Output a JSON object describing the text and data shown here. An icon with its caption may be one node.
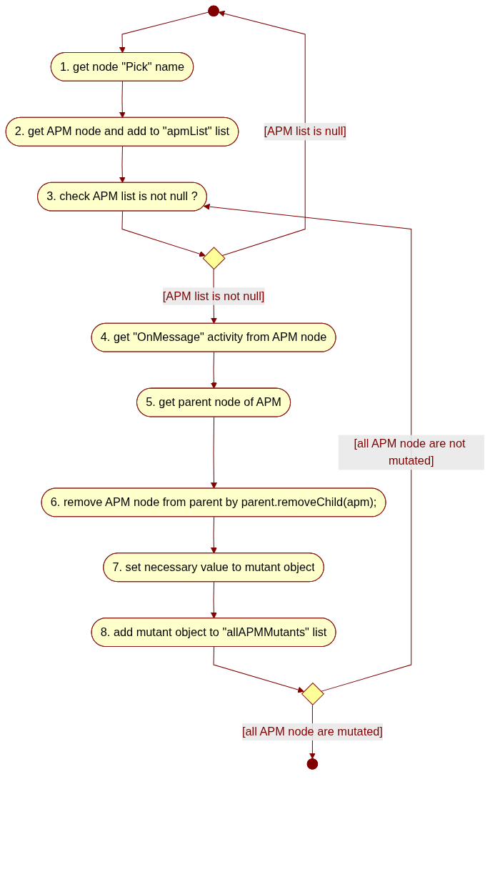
{
  "diagram": {
    "nodes": [
      {
        "text": [],
        "shape": "circle"
      },
      {
        "text": [
          "1. get node \"Pick\" name"
        ]
      },
      {
        "text": [
          "2. get APM node and add to \"apmList\" list"
        ]
      },
      {
        "text": [
          "3. check APM list is not null ?"
        ]
      },
      {
        "text": [],
        "shape": "diamond"
      },
      {
        "text": [
          "4. get \"OnMessage\" activity from APM node"
        ]
      },
      {
        "text": [
          "5. get parent node of APM"
        ]
      },
      {
        "text": [
          "6. remove APM node from parent by parent.removeChild(apm);"
        ]
      },
      {
        "text": [
          "7. set necessary value to mutant object"
        ]
      },
      {
        "text": [
          "8. add mutant object to \"allAPMMutants\" list"
        ]
      },
      {
        "text": [],
        "shape": "diamond"
      },
      {
        "text": [],
        "shape": "circle"
      }
    ],
    "edges": [
      {
        "from": 0,
        "to": 1,
        "arrow": "to"
      },
      {
        "from": 1,
        "to": 2,
        "arrow": "to"
      },
      {
        "from": 2,
        "to": 3,
        "arrow": "to"
      },
      {
        "from": 3,
        "to": 4,
        "arrow": "to"
      },
      {
        "from": 4,
        "to": 0,
        "label": "[APM list is null]",
        "arrow": "to"
      },
      {
        "from": 4,
        "to": 5,
        "label": "[APM list is not null]",
        "arrow": "to"
      },
      {
        "from": 5,
        "to": 6,
        "arrow": "to"
      },
      {
        "from": 6,
        "to": 7,
        "arrow": "to"
      },
      {
        "from": 7,
        "to": 8,
        "arrow": "to"
      },
      {
        "from": 8,
        "to": 9,
        "arrow": "to"
      },
      {
        "from": 9,
        "to": 10,
        "arrow": "to"
      },
      {
        "from": 10,
        "to": 3,
        "label": "[all APM node are not mutated]",
        "arrow": "to"
      },
      {
        "from": 10,
        "to": 11,
        "label": "[all APM node are mutated]",
        "arrow": "to"
      }
    ]
  }
}
